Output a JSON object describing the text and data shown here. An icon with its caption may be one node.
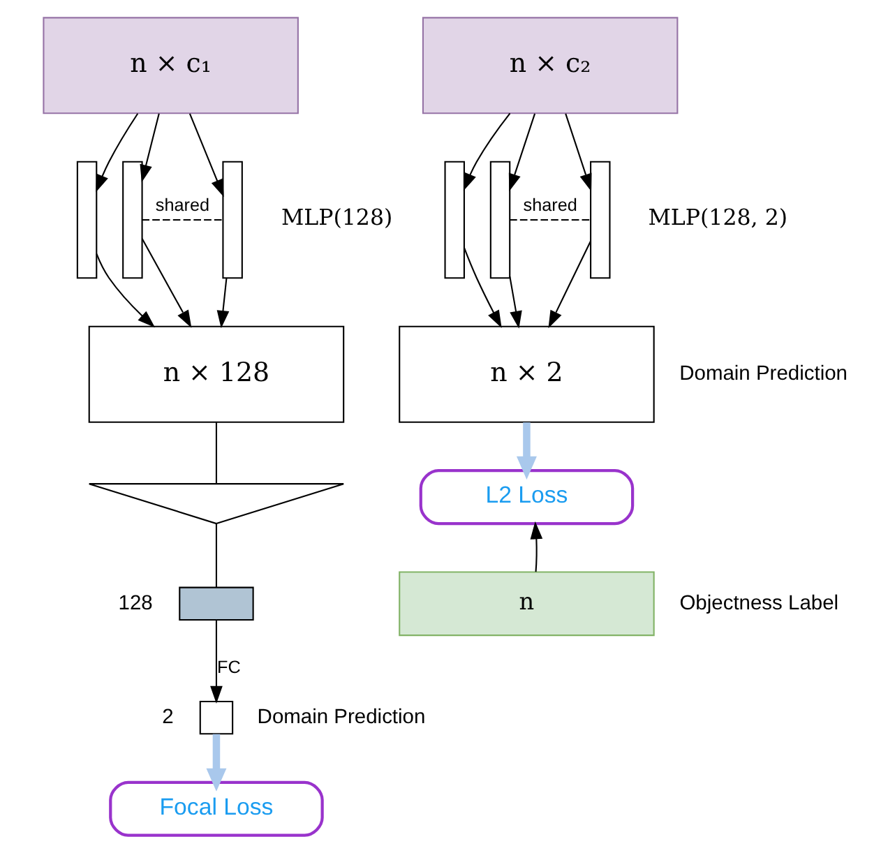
{
  "diagram": {
    "nodes": [
      {
        "text": [
          "n × c₁"
        ]
      },
      {
        "text": [],
        "shape": "bar"
      },
      {
        "text": [],
        "shape": "bar"
      },
      {
        "text": [],
        "shape": "bar"
      },
      {
        "text": [
          "n × 128"
        ]
      },
      {
        "text": [],
        "shape": "triangle"
      },
      {
        "text": [],
        "shape": "bar",
        "beside": [
          "128"
        ]
      },
      {
        "text": [],
        "shape": "box",
        "beside": [
          "2",
          "Domain Prediction"
        ]
      },
      {
        "text": [
          "Focal Loss"
        ]
      },
      {
        "text": [
          "n × c₂"
        ]
      },
      {
        "text": [],
        "shape": "bar"
      },
      {
        "text": [],
        "shape": "bar"
      },
      {
        "text": [],
        "shape": "bar"
      },
      {
        "text": [
          "n × 2"
        ],
        "beside": [
          "Domain Prediction"
        ]
      },
      {
        "text": [
          "L2 Loss"
        ]
      },
      {
        "text": [
          "n"
        ],
        "beside": [
          "Objectness Label"
        ]
      }
    ],
    "edges": [
      {
        "from": 0,
        "to": 1,
        "arrow": "to"
      },
      {
        "from": 0,
        "to": 2,
        "arrow": "to"
      },
      {
        "from": 0,
        "to": 3,
        "arrow": "to"
      },
      {
        "from": 2,
        "to": 3,
        "arrow": "none",
        "style": "dashed",
        "label": "shared"
      },
      {
        "from": 1,
        "to": 4,
        "arrow": "to"
      },
      {
        "from": 2,
        "to": 4,
        "arrow": "to"
      },
      {
        "from": 3,
        "to": 4,
        "arrow": "to"
      },
      {
        "from": 4,
        "to": 5,
        "arrow": "none"
      },
      {
        "from": 5,
        "to": 6,
        "arrow": "none"
      },
      {
        "from": 6,
        "to": 7,
        "arrow": "to",
        "label": "FC"
      },
      {
        "from": 7,
        "to": 8,
        "arrow": "to",
        "style": "thick",
        "color": "#a9c8ec"
      },
      {
        "from": 9,
        "to": 10,
        "arrow": "to"
      },
      {
        "from": 9,
        "to": 11,
        "arrow": "to"
      },
      {
        "from": 9,
        "to": 12,
        "arrow": "to"
      },
      {
        "from": 11,
        "to": 12,
        "arrow": "none",
        "style": "dashed",
        "label": "shared"
      },
      {
        "from": 10,
        "to": 13,
        "arrow": "to"
      },
      {
        "from": 11,
        "to": 13,
        "arrow": "to"
      },
      {
        "from": 12,
        "to": 13,
        "arrow": "to"
      },
      {
        "from": 13,
        "to": 14,
        "arrow": "to",
        "style": "thick",
        "color": "#a9c8ec"
      },
      {
        "from": 15,
        "to": 14,
        "arrow": "to"
      }
    ],
    "labels": [
      "MLP(128)",
      "MLP(128, 2)"
    ]
  }
}
